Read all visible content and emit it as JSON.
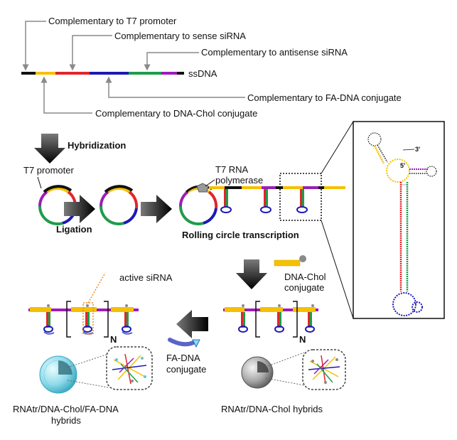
{
  "labels": {
    "t7_promoter_comp": "Complementary to T7 promoter",
    "sense_comp": "Complementary to sense siRNA",
    "antisense_comp": "Complementary to antisense siRNA",
    "ssdna": "ssDNA",
    "fa_dna_comp": "Complementary to FA-DNA conjugate",
    "dna_chol_comp": "Complementary to DNA-Chol conjugate",
    "hybridization": "Hybridization",
    "t7_promoter": "T7 promoter",
    "ligation": "Ligation",
    "t7_rna_pol_1": "T7 RNA",
    "t7_rna_pol_2": "polymerase",
    "rct": "Rolling circle transcription",
    "three_prime": "3'",
    "five_prime": "5'",
    "active_sirna": "active siRNA",
    "dna_chol_1": "DNA-Chol",
    "dna_chol_2": "conjugate",
    "n_left": "N",
    "n_right": "N",
    "fa_dna_1": "FA-DNA",
    "fa_dna_2": "conjugate",
    "hybrids_left_1": "RNAtr/DNA-Chol/FA-DNA",
    "hybrids_left_2": "hybrids",
    "hybrids_right": "RNAtr/DNA-Chol hybrids"
  },
  "colors": {
    "black": "#111111",
    "yellow": "#f5c000",
    "red": "#e0262b",
    "blue": "#1c1ab4",
    "green": "#1f9c4b",
    "purple": "#9b1fb6",
    "cyan": "#7fd6e6",
    "gray": "#8a8a8a",
    "orange": "#f08a1c"
  }
}
